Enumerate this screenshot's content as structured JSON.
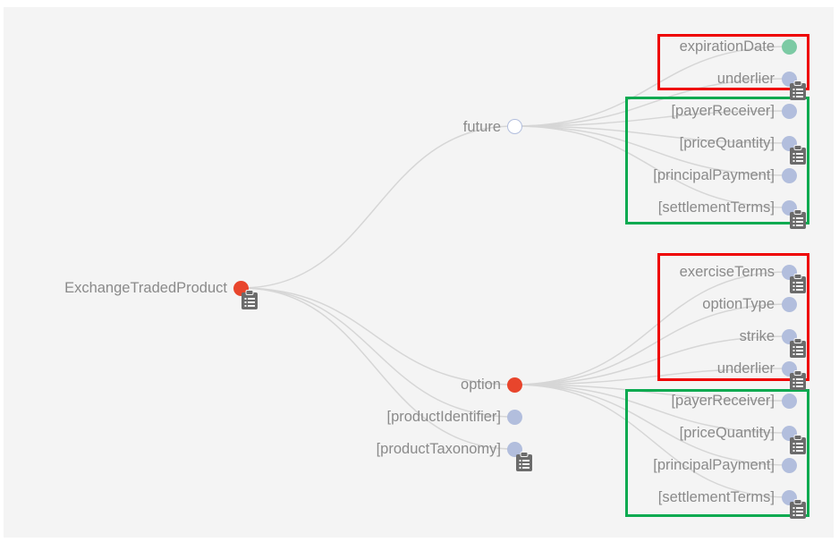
{
  "colors": {
    "background": "#f4f4f4",
    "label": "#8a8a8a",
    "link": "#d6d6d6",
    "node_expanded": "#e8452c",
    "node_collapsed_empty": "#ffffff",
    "node_leaf": "#b2bedd",
    "node_date": "#7ccaa4",
    "clipboard": "#6b6b6b",
    "box_red": "#ee0000",
    "box_green": "#0aaa50"
  },
  "root": {
    "label": "ExchangeTradedProduct",
    "state": "expanded",
    "has_doc": true
  },
  "children": [
    {
      "label": "future",
      "state": "expanded-white",
      "has_doc": false
    },
    {
      "label": "option",
      "state": "expanded",
      "has_doc": false
    },
    {
      "label": "[productIdentifier]",
      "state": "leaf",
      "has_doc": false
    },
    {
      "label": "[productTaxonomy]",
      "state": "leaf",
      "has_doc": true
    }
  ],
  "future_children": [
    {
      "label": "expirationDate",
      "state": "date",
      "has_doc": false
    },
    {
      "label": "underlier",
      "state": "leaf",
      "has_doc": true
    },
    {
      "label": "[payerReceiver]",
      "state": "leaf",
      "has_doc": false
    },
    {
      "label": "[priceQuantity]",
      "state": "leaf",
      "has_doc": true
    },
    {
      "label": "[principalPayment]",
      "state": "leaf",
      "has_doc": false
    },
    {
      "label": "[settlementTerms]",
      "state": "leaf",
      "has_doc": true
    }
  ],
  "option_children": [
    {
      "label": "exerciseTerms",
      "state": "leaf",
      "has_doc": true
    },
    {
      "label": "optionType",
      "state": "leaf",
      "has_doc": false
    },
    {
      "label": "strike",
      "state": "leaf",
      "has_doc": true
    },
    {
      "label": "underlier",
      "state": "leaf",
      "has_doc": true
    },
    {
      "label": "[payerReceiver]",
      "state": "leaf",
      "has_doc": false
    },
    {
      "label": "[priceQuantity]",
      "state": "leaf",
      "has_doc": true
    },
    {
      "label": "[principalPayment]",
      "state": "leaf",
      "has_doc": false
    },
    {
      "label": "[settlementTerms]",
      "state": "leaf",
      "has_doc": true
    }
  ],
  "highlight_boxes": [
    {
      "group": "future-specific",
      "color": "red"
    },
    {
      "group": "future-common",
      "color": "green"
    },
    {
      "group": "option-specific",
      "color": "red"
    },
    {
      "group": "option-common",
      "color": "green"
    }
  ]
}
